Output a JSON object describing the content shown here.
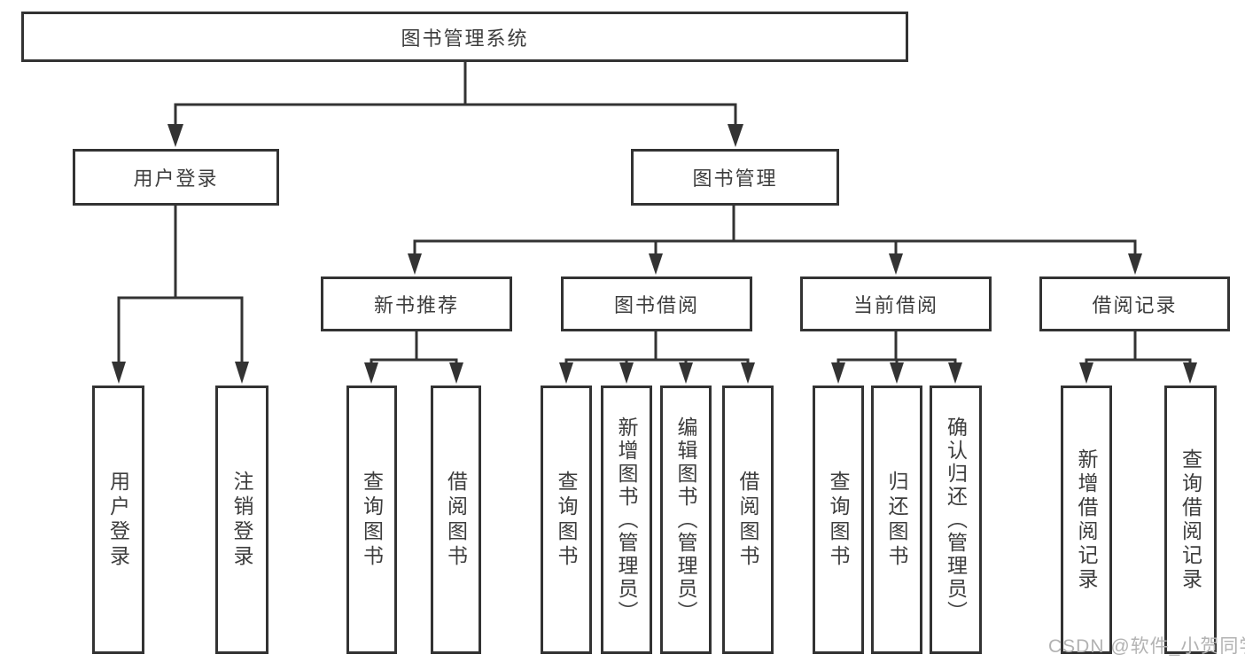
{
  "diagram": {
    "title": "图书管理系统",
    "tree": {
      "root": {
        "label": "图书管理系统",
        "children": [
          {
            "label": "用户登录",
            "children": [
              {
                "label": "用户登录"
              },
              {
                "label": "注销登录"
              }
            ]
          },
          {
            "label": "图书管理",
            "children": [
              {
                "label": "新书推荐",
                "children": [
                  {
                    "label": "查询图书"
                  },
                  {
                    "label": "借阅图书"
                  }
                ]
              },
              {
                "label": "图书借阅",
                "children": [
                  {
                    "label": "查询图书"
                  },
                  {
                    "label": "新增图书（管理员）"
                  },
                  {
                    "label": "编辑图书（管理员）"
                  },
                  {
                    "label": "借阅图书"
                  }
                ]
              },
              {
                "label": "当前借阅",
                "children": [
                  {
                    "label": "查询图书"
                  },
                  {
                    "label": "归还图书"
                  },
                  {
                    "label": "确认归还（管理员）"
                  }
                ]
              },
              {
                "label": "借阅记录",
                "children": [
                  {
                    "label": "新增借阅记录"
                  },
                  {
                    "label": "查询借阅记录"
                  }
                ]
              }
            ]
          }
        ]
      }
    },
    "colors": {
      "line": "#333333",
      "text": "#3d3d3d",
      "background": "#ffffff",
      "watermark_color": "#b2b2b2"
    }
  },
  "watermark": {
    "text": "CSDN @软件_小贺同学"
  }
}
